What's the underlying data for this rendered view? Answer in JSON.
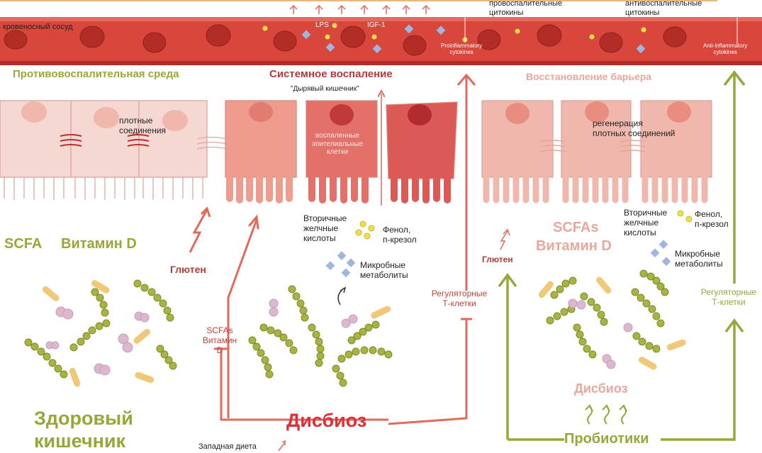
{
  "colors": {
    "vessel": "#d9463c",
    "vessel_dark": "#b32d27",
    "olive": "#9aa63a",
    "bacteria": "#a8b341",
    "salmon_text": "#e9a79e",
    "red_arrow": "#e06a5c",
    "cell_light": "#f6d8d3",
    "cell_mid": "#ef9c8e",
    "cell_inflamed": "#e4706a",
    "cell_dark": "#dc5a55"
  },
  "icons": {
    "arrow": "arrow-icon",
    "inhibit": "inhibit-bar-icon",
    "wave": "wave-icon"
  },
  "vessel": {
    "label": "кровеносный сосуд",
    "lps": "LPS",
    "igf": "IGF-1",
    "pro_en": "Proinflammatory\ncytokines",
    "anti_en": "Anti-inflammatory\ncytokines",
    "pro_ru": "провоспалительные\nцитокины",
    "anti_ru": "антивоспалительные\nцитокины"
  },
  "left": {
    "title": "Противовоспалительная среда",
    "tight_junctions": "плотные\nсоединения",
    "scfa": "SCFA",
    "vitamin_d": "Витамин D",
    "healthy_gut": "Здоровый\nкишечник"
  },
  "middle": {
    "title": "Системное воспаление",
    "leaky_gut": "\"Дырявый кишечник\"",
    "inflamed_cells": "воспаленные\nэпителиальные\nклетки",
    "bile_acids": "Вторичные\nжелчные\nкислоты",
    "phenol": "Фенол,\nп-крезол",
    "microbial_metabolites": "Микробные\nметаболиты",
    "gluten": "Глютен",
    "scfas_vitd": "SCFAs\nВитамин D",
    "dysbiosis": "Дисбиоз",
    "western_diet": "Западная диета",
    "treg": "Регуляторные\nТ-клетки"
  },
  "right": {
    "title": "Восстановление барьера",
    "regeneration": "регенерация\nплотных соединений",
    "bile_acids": "Вторичные\nжелчные\nкислоты",
    "phenol": "Фенол,\nп-крезол",
    "scfas": "SCFAs",
    "vitamin_d": "Витамин D",
    "microbial_metabolites": "Микробные\nметаболиты",
    "gluten": "Глютен",
    "treg": "Регуляторные\nТ-клетки",
    "dysbiosis": "Дисбиоз",
    "probiotics": "Пробиотики"
  }
}
